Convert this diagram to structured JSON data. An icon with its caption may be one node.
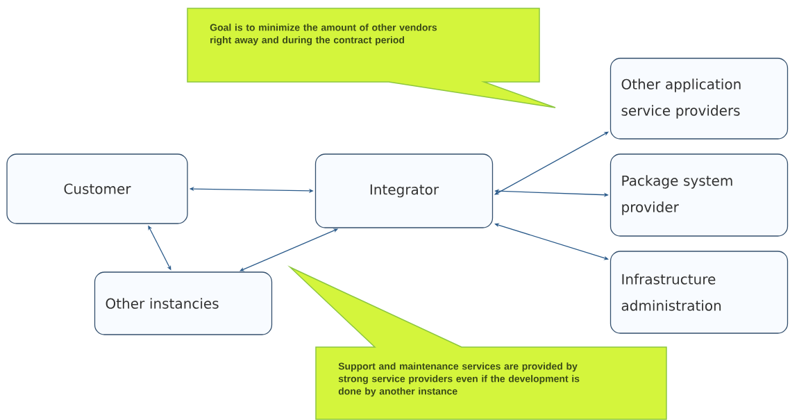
{
  "diagram": {
    "nodes": [
      {
        "text": [
          "Goal is to minimize the amount of other vendors right away and during the contract period"
        ]
      },
      {
        "text": [
          "Customer"
        ]
      },
      {
        "text": [
          "Integrator"
        ]
      },
      {
        "text": [
          "Other application service providers"
        ]
      },
      {
        "text": [
          "Package system provider"
        ]
      },
      {
        "text": [
          "Infrastructure administration"
        ]
      },
      {
        "text": [
          "Other instancies"
        ]
      },
      {
        "text": [
          "Support and maintenance services are provided by strong service providers even if the development is done by another instance"
        ]
      }
    ],
    "edges": [
      {
        "from": 1,
        "to": 2,
        "arrow": "both"
      },
      {
        "from": 1,
        "to": 6,
        "arrow": "both"
      },
      {
        "from": 2,
        "to": 6,
        "arrow": "both"
      },
      {
        "from": 2,
        "to": 3,
        "arrow": "both"
      },
      {
        "from": 2,
        "to": 4,
        "arrow": "both"
      },
      {
        "from": 2,
        "to": 5,
        "arrow": "both"
      }
    ]
  }
}
